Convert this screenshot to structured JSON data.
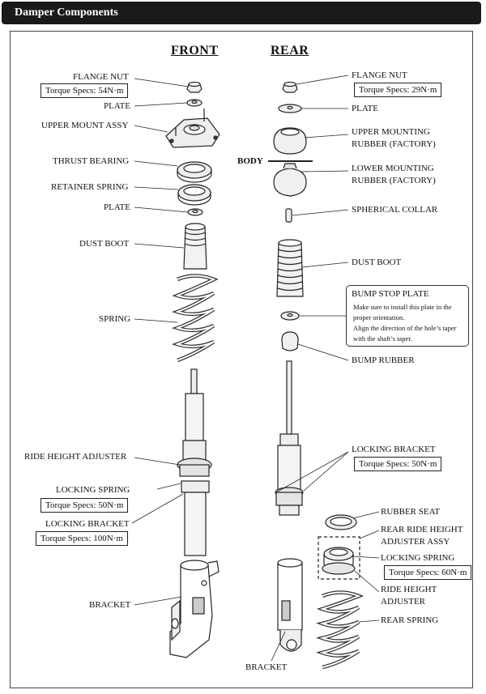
{
  "header": {
    "title": "Damper Components"
  },
  "columns": {
    "front": "FRONT",
    "rear": "REAR"
  },
  "front": {
    "flange_nut": "FLANGE NUT",
    "flange_nut_torque": "Torque Specs: 54N·m",
    "plate_top": "PLATE",
    "upper_mount": "UPPER MOUNT ASSY",
    "thrust_bearing": "THRUST BEARING",
    "retainer_spring": "RETAINER SPRING",
    "plate_lower": "PLATE",
    "dust_boot": "DUST BOOT",
    "spring": "SPRING",
    "ride_height_adjuster": "RIDE HEIGHT ADJUSTER",
    "locking_spring": "LOCKING SPRING",
    "locking_spring_torque": "Torque Specs: 50N·m",
    "locking_bracket": "LOCKING BRACKET",
    "locking_bracket_torque": "Torque Specs: 100N·m",
    "bracket": "BRACKET"
  },
  "rear": {
    "flange_nut": "FLANGE NUT",
    "flange_nut_torque": "Torque Specs: 29N·m",
    "plate": "PLATE",
    "upper_mounting_rubber_1": "UPPER MOUNTING",
    "upper_mounting_rubber_2": "RUBBER (FACTORY)",
    "body": "BODY",
    "lower_mounting_rubber_1": "LOWER MOUNTING",
    "lower_mounting_rubber_2": "RUBBER (FACTORY)",
    "spherical_collar": "SPHERICAL COLLAR",
    "dust_boot": "DUST BOOT",
    "bump_stop_plate": {
      "title": "BUMP STOP PLATE",
      "lines": [
        "Make sure to install this plate in the",
        "proper orientation.",
        "Align the direction of the hole’s taper",
        "with the shaft’s taper."
      ]
    },
    "bump_rubber": "BUMP RUBBER",
    "locking_bracket": "LOCKING BRACKET",
    "locking_bracket_torque": "Torque Specs: 50N·m",
    "rubber_seat": "RUBBER SEAT",
    "rear_ride_height_1": "REAR RIDE HEIGHT",
    "rear_ride_height_2": "ADJUSTER ASSY",
    "locking_spring": "LOCKING SPRING",
    "locking_spring_torque": "Torque Specs: 60N·m",
    "ride_height_adjuster_1": "RIDE HEIGHT",
    "ride_height_adjuster_2": "ADJUSTER",
    "rear_spring": "REAR SPRING",
    "bracket": "BRACKET"
  }
}
